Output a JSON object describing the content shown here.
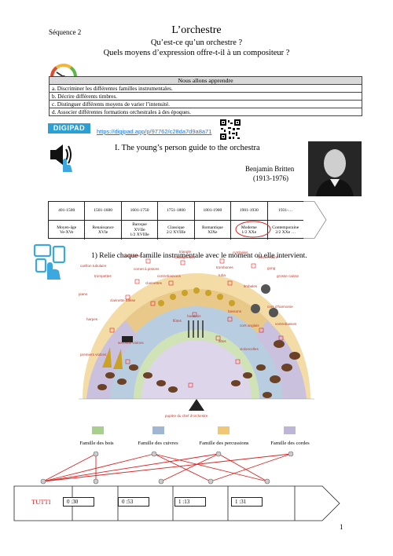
{
  "header": {
    "sequence": "Séquence 2",
    "title": "L’orchestre",
    "question1": "Qu’est-ce qu’un orchestre ?",
    "question2": "Quels moyens d’expression offre-t-il à un compositeur ?"
  },
  "objectives": {
    "heading": "Nous allons apprendre",
    "items": [
      "a. Discriminer les différentes familles instrumentales.",
      "b. Décrire différents timbres.",
      "c. Distinguer différents moyens de varier l’intensité.",
      "d. Associer différentes formations orchestrales à des époques."
    ]
  },
  "digipad": {
    "badge": "DIGIPAD",
    "url": "https://digipad.app/p/97762/c28da7d9a8a71"
  },
  "piece": {
    "title": "I. The young’s person guide to the orchestra",
    "composer": "Benjamin Britten",
    "dates": "(1913-1976)"
  },
  "periods": {
    "years": [
      "401-1500",
      "1501-1600",
      "1601-1750",
      "1751-1800",
      "1801-1900",
      "1901-1930",
      "1931-…"
    ],
    "eras": [
      [
        "Moyen-âge",
        "Ve-XVe"
      ],
      [
        "Renaissance",
        "XVIe"
      ],
      [
        "Baroque",
        "XVIIe",
        "1/2 XVIIIe"
      ],
      [
        "Classique",
        "2/2 XVIIIe"
      ],
      [
        "Romantique",
        "XIXe"
      ],
      [
        "Moderne",
        "1/2 XXe"
      ],
      [
        "Contemporaine",
        "2/2 XXe …"
      ]
    ]
  },
  "exercise": {
    "instruction": "1) Relie chaque famille instrumentale avec le moment où elle intervient."
  },
  "orchestra_labels": {
    "xylophone": "xylophone",
    "triangle": "triangle",
    "castagnettes": "castagnettes",
    "cymbales": "cymbales",
    "caisse_claire": "caisse claire",
    "carillon": "carillon tubulaire",
    "cornet": "cornet à pistons",
    "trombones": "trombones",
    "gong": "gong",
    "trompettes": "trompettes",
    "contrebassons": "contrebassons",
    "tuba": "tuba",
    "grosse_caisse": "grosse caisse",
    "clarinettes": "clarinettes",
    "timbales": "timbales",
    "piano": "piano",
    "clarinette_basse": "clarinette basse",
    "cors": "cors d’harmonie",
    "hautbois": "hautbois",
    "bassons": "bassons",
    "harpes": "harpes",
    "flutes": "flûtes",
    "contrebasses": "contrebasses",
    "cors_anglais": "cors anglais",
    "altos": "altos",
    "violoncelles": "violoncelles",
    "seconds_violons": "seconds violons",
    "premiers_violons": "premiers violons",
    "pupitre": "pupitre du chef d’orchestre"
  },
  "families": [
    {
      "label": "Famille des bois",
      "color": "#a9cf8e"
    },
    {
      "label": "Famille des cuivres",
      "color": "#9fb7d0"
    },
    {
      "label": "Famille des percussions",
      "color": "#f0c774"
    },
    {
      "label": "Famille des cordes",
      "color": "#bdb6d6"
    }
  ],
  "timeline": {
    "tutti": "TUTTI",
    "times": [
      "0 :30",
      "0 :53",
      "1 :13",
      "1 :31"
    ]
  },
  "page_number": "1"
}
